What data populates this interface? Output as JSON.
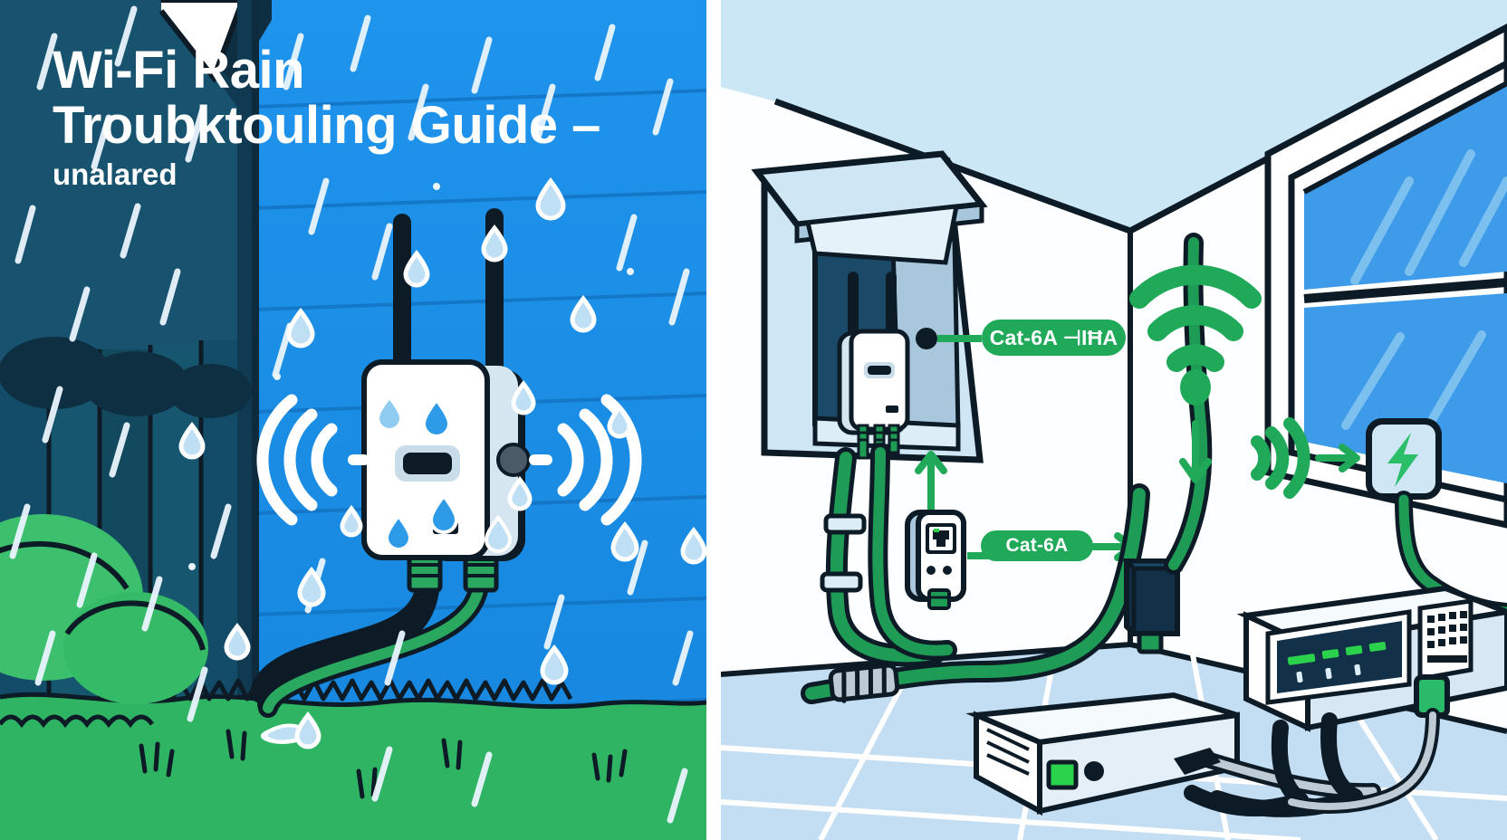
{
  "image": {
    "kind": "two-panel-illustration",
    "left_panel_scene": "outdoor-wifi-access-point-in-rain",
    "right_panel_scene": "indoor-room-with-enclosure-and-network-gear"
  },
  "title": {
    "main": "Wi-Fi Rain\nTroubktouling Guide –",
    "subtitle": "unalared"
  },
  "labels": {
    "cable_upper": "Cat-6A ⊣IĦA",
    "cable_lower": "Cat-6A"
  },
  "icons": {
    "wifi_left": "wifi-signal-icon",
    "wifi_right": "wifi-signal-icon",
    "wifi_green_large": "wifi-signal-icon",
    "wifi_green_small": "wifi-signal-icon",
    "surge": "lightning-bolt-icon",
    "arrow_down": "arrow-down-icon",
    "arrow_right": "arrow-right-icon",
    "rj45": "ethernet-jack-icon",
    "raindrop": "raindrop-icon"
  },
  "colors": {
    "siding_blue": "#1A8FE8",
    "siding_blue_dark": "#0F72C4",
    "fence_dark": "#164B66",
    "fence_darker": "#10374D",
    "grass_green": "#2FB463",
    "grass_green_light": "#3CC06E",
    "accent_green": "#21A95A",
    "accent_green_bright": "#17B05F",
    "ink": "#0D1B26",
    "white": "#FFFFFF",
    "room_wall": "#FDFEFF",
    "room_ceiling": "#CBE7F6",
    "room_floor": "#C3DDF2",
    "floor_line": "#FFFFFF",
    "window_glass": "#3D9BE9",
    "window_glass_light": "#7CC0F0",
    "enclosure_light": "#CFE6F5",
    "enclosure_mid": "#A8C6DC",
    "enclosure_inner": "#1B4A68",
    "device_white": "#FFFFFF",
    "device_shade": "#D6E6F1",
    "cable_green": "#1E9C56",
    "cable_black": "#0D1B26",
    "cable_gray": "#BFCBD4",
    "raindrop_fill": "#BFDFF5",
    "led_green": "#2BD24B",
    "screen_navy": "#123149"
  },
  "left_panel": {
    "device": "outdoor-access-point",
    "antennas": 2,
    "status_slot": "dark-display-slot",
    "cables_out": [
      "ethernet-green",
      "power-black"
    ],
    "rain": true,
    "raindrop_count": 14,
    "rain_streak_count": 26,
    "wifi_arcs_each_side": 3
  },
  "right_panel": {
    "enclosure": {
      "name": "weatherproof-enclosure",
      "contains": "access-point",
      "has_drip_hood": true
    },
    "devices": [
      {
        "name": "poe-injector",
        "led": "green"
      },
      {
        "name": "surge-protector",
        "icon": "lightning-bolt-icon"
      },
      {
        "name": "wall-jack",
        "icon": "ethernet-jack-icon"
      },
      {
        "name": "router",
        "led": "green"
      },
      {
        "name": "modem-panel",
        "leds": 4
      }
    ],
    "window": {
      "panes": 2,
      "glass_streaks": 5
    },
    "floor_tiles": true
  }
}
